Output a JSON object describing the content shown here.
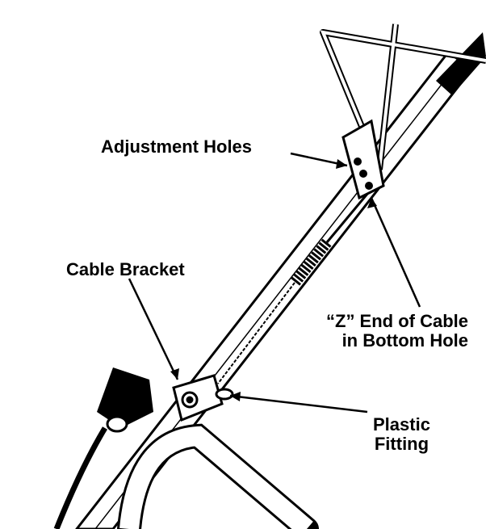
{
  "labels": {
    "adjustment_holes": "Adjustment Holes",
    "cable_bracket": "Cable Bracket",
    "z_end_line1": "“Z” End of Cable",
    "z_end_line2": "in Bottom Hole",
    "plastic_fitting_line1": "Plastic",
    "plastic_fitting_line2": "Fitting"
  },
  "colors": {
    "ink": "#000000",
    "paper": "#ffffff"
  }
}
